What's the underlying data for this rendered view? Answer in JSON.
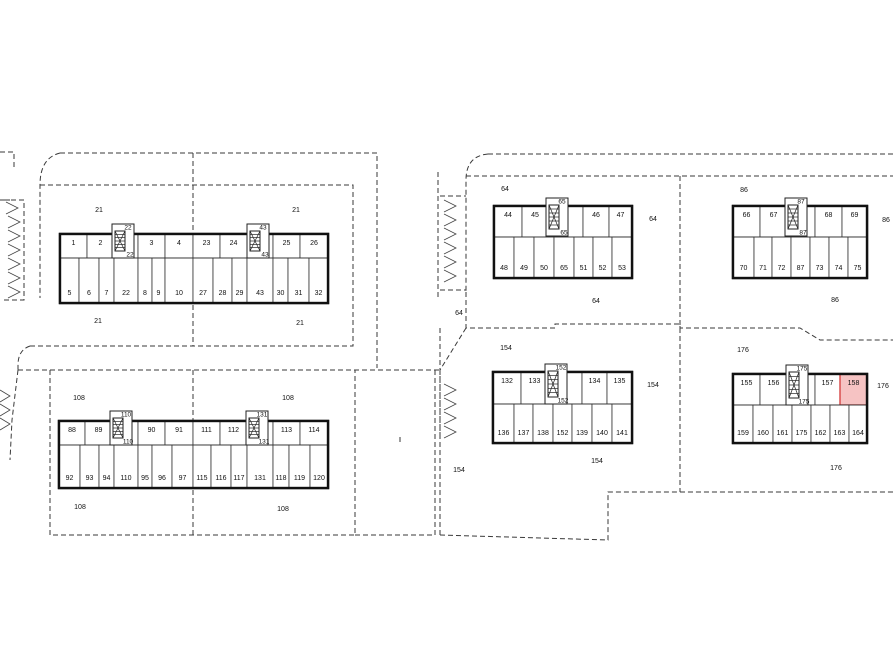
{
  "highlight_color": "#f6c3c3",
  "buildings": [
    {
      "id": "A",
      "top": [
        "1",
        "2",
        "",
        "3",
        "4",
        "23",
        "24",
        "",
        "25",
        "26"
      ],
      "bottom": [
        "5",
        "6",
        "7",
        "22",
        "8",
        "9",
        "10",
        "27",
        "28",
        "29",
        "43",
        "30",
        "31",
        "32"
      ],
      "stairs": [
        {
          "a": "22",
          "b": "22"
        },
        {
          "a": "43",
          "b": "43"
        }
      ]
    },
    {
      "id": "B",
      "top": [
        "88",
        "89",
        "",
        "90",
        "91",
        "111",
        "112",
        "",
        "113",
        "114"
      ],
      "bottom": [
        "92",
        "93",
        "94",
        "110",
        "95",
        "96",
        "97",
        "115",
        "116",
        "117",
        "131",
        "118",
        "119",
        "120"
      ],
      "stairs": [
        {
          "a": "110",
          "b": "110"
        },
        {
          "a": "131",
          "b": "131"
        }
      ]
    },
    {
      "id": "C",
      "top": [
        "44",
        "45",
        "",
        "46",
        "47"
      ],
      "bottom": [
        "48",
        "49",
        "50",
        "65",
        "51",
        "52",
        "53"
      ],
      "stairs": [
        {
          "a": "65",
          "b": "65"
        }
      ]
    },
    {
      "id": "D",
      "top": [
        "66",
        "67",
        "",
        "68",
        "69"
      ],
      "bottom": [
        "70",
        "71",
        "72",
        "87",
        "73",
        "74",
        "75"
      ],
      "stairs": [
        {
          "a": "87",
          "b": "87"
        }
      ]
    },
    {
      "id": "E",
      "top": [
        "132",
        "133",
        "",
        "134",
        "135"
      ],
      "bottom": [
        "136",
        "137",
        "138",
        "152",
        "139",
        "140",
        "141"
      ],
      "stairs": [
        {
          "a": "152",
          "b": "152"
        }
      ]
    },
    {
      "id": "F",
      "top": [
        "155",
        "156",
        "",
        "157",
        "158"
      ],
      "bottom": [
        "159",
        "160",
        "161",
        "175",
        "162",
        "163",
        "164"
      ],
      "stairs": [
        {
          "a": "175",
          "b": "175"
        }
      ],
      "highlight": "158"
    }
  ],
  "parcel_labels": [
    {
      "id": "p-a1",
      "text": "21"
    },
    {
      "id": "p-a2",
      "text": "21"
    },
    {
      "id": "p-a3",
      "text": "21"
    },
    {
      "id": "p-a4",
      "text": "21"
    },
    {
      "id": "p-b1",
      "text": "108"
    },
    {
      "id": "p-b2",
      "text": "108"
    },
    {
      "id": "p-b3",
      "text": "108"
    },
    {
      "id": "p-b4",
      "text": "108"
    },
    {
      "id": "p-c1",
      "text": "64"
    },
    {
      "id": "p-c2",
      "text": "64"
    },
    {
      "id": "p-c3",
      "text": "64"
    },
    {
      "id": "p-c4",
      "text": "64"
    },
    {
      "id": "p-d1",
      "text": "86"
    },
    {
      "id": "p-d2",
      "text": "86"
    },
    {
      "id": "p-d3",
      "text": "86"
    },
    {
      "id": "p-e1",
      "text": "154"
    },
    {
      "id": "p-e2",
      "text": "154"
    },
    {
      "id": "p-e3",
      "text": "154"
    },
    {
      "id": "p-e4",
      "text": "154"
    },
    {
      "id": "p-f1",
      "text": "176"
    },
    {
      "id": "p-f2",
      "text": "176"
    },
    {
      "id": "p-f3",
      "text": "176"
    }
  ]
}
